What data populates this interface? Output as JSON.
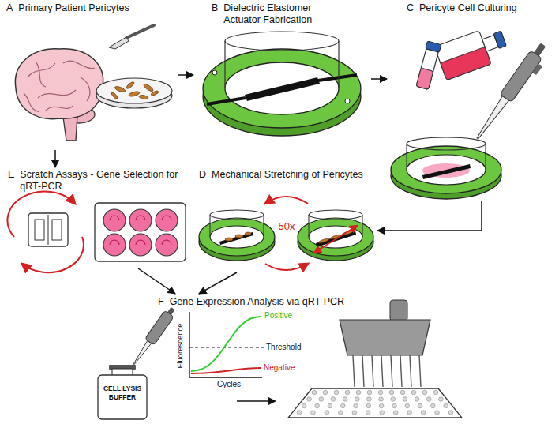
{
  "diagram": {
    "nodes": [
      {
        "text": [
          "A",
          "Primary Patient Pericytes"
        ]
      },
      {
        "text": [
          "B",
          "Dielectric Elastomer Actuator Fabrication"
        ]
      },
      {
        "text": [
          "C",
          "Pericyte Cell Culturing"
        ]
      },
      {
        "text": [
          "D",
          "Mechanical Stretching of Pericytes"
        ]
      },
      {
        "text": [
          "E",
          "Scratch Assays - Gene Selection for qRT-PCR"
        ]
      },
      {
        "text": [
          "F",
          "Gene Expression Analysis via qRT-PCR"
        ]
      }
    ],
    "edges": [
      {
        "from": 0,
        "to": 1,
        "arrow": "to"
      },
      {
        "from": 1,
        "to": 2,
        "arrow": "to"
      },
      {
        "from": 2,
        "to": 3,
        "arrow": "to"
      },
      {
        "from": 0,
        "to": 4,
        "arrow": "to"
      },
      {
        "from": 4,
        "to": 5,
        "arrow": "to"
      },
      {
        "from": 3,
        "to": 5,
        "arrow": "to"
      }
    ],
    "labels": [
      "50x",
      "Fluorescence",
      "Positive",
      "Threshold",
      "Negative",
      "Cycles",
      "CELL LYSIS BUFFER"
    ]
  }
}
